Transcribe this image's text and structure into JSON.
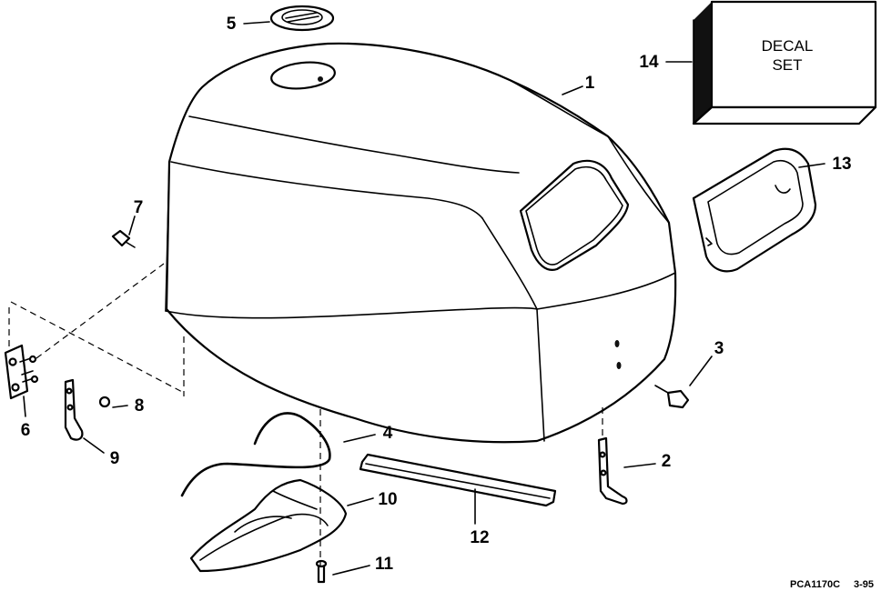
{
  "figure_code": "PCA1170C",
  "figure_date": "3-95",
  "decal_box": {
    "line1": "DECAL",
    "line2": "SET"
  },
  "callouts": [
    "1",
    "2",
    "3",
    "4",
    "5",
    "6",
    "7",
    "8",
    "9",
    "10",
    "11",
    "12",
    "13",
    "14"
  ]
}
